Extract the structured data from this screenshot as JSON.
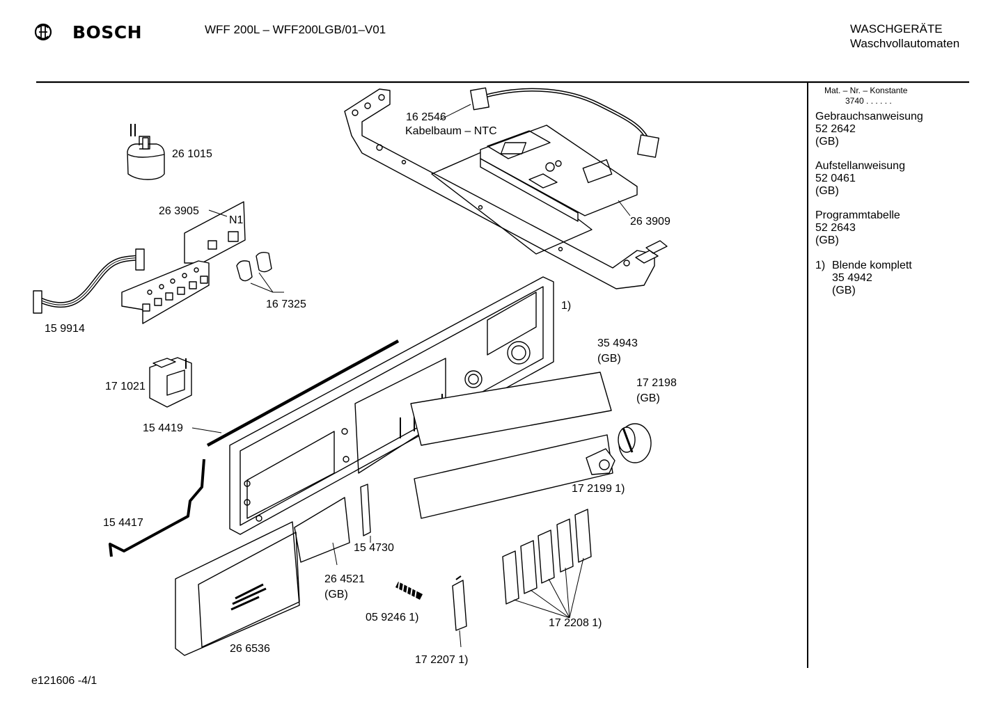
{
  "header": {
    "brand": "BOSCH",
    "model": "WFF 200L – WFF200LGB/01–V01",
    "category": "WASCHGERÄTE",
    "subcategory": "Waschvollautomaten"
  },
  "sidebar": {
    "mat_header": "Mat. – Nr. – Konstante",
    "mat_value": "3740 . . . . . .",
    "docs": [
      {
        "title": "Gebrauchsanweisung",
        "number": "52 2642",
        "note": "(GB)"
      },
      {
        "title": "Aufstellanweisung",
        "number": "52 0461",
        "note": "(GB)"
      },
      {
        "title": "Programmtabelle",
        "number": "52 2643",
        "note": "(GB)"
      }
    ],
    "footnote_marker": "1)",
    "footnote_title": "Blende komplett",
    "footnote_number": "35 4942",
    "footnote_note": "(GB)"
  },
  "parts": {
    "p261015": "26 1015",
    "p162546": "16 2546",
    "p162546_desc": "Kabelbaum – NTC",
    "p263905": "26 3905",
    "n1": "N1",
    "p263909": "26 3909",
    "p159914": "15 9914",
    "p167325": "16 7325",
    "ref1": "1)",
    "p354943": "35 4943",
    "p354943_note": "(GB)",
    "p171021": "17 1021",
    "p172198": "17 2198",
    "p172198_note": "(GB)",
    "p154419": "15 4419",
    "p172199": "17 2199 1)",
    "p154417": "15 4417",
    "p154730": "15 4730",
    "p264521": "26 4521",
    "p264521_note": "(GB)",
    "p059246": "05 9246 1)",
    "p172208": "17 2208 1)",
    "p266536": "26 6536",
    "p172207": "17 2207 1)"
  },
  "footer": {
    "drawing_id": "e121606 -4/1"
  }
}
